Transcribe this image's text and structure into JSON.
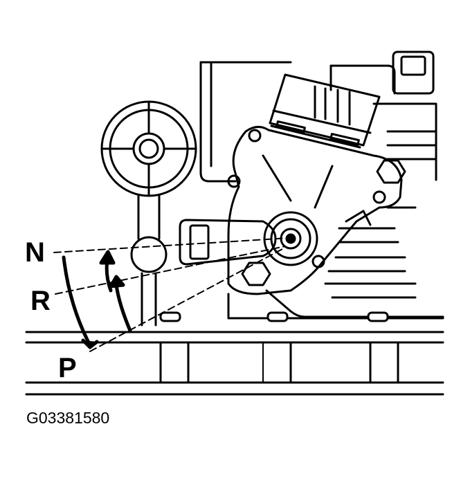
{
  "labels": {
    "neutral": "N",
    "reverse": "R",
    "park": "P"
  },
  "figure_code": "G03381580",
  "colors": {
    "ink": "#000000",
    "paper": "#ffffff"
  }
}
